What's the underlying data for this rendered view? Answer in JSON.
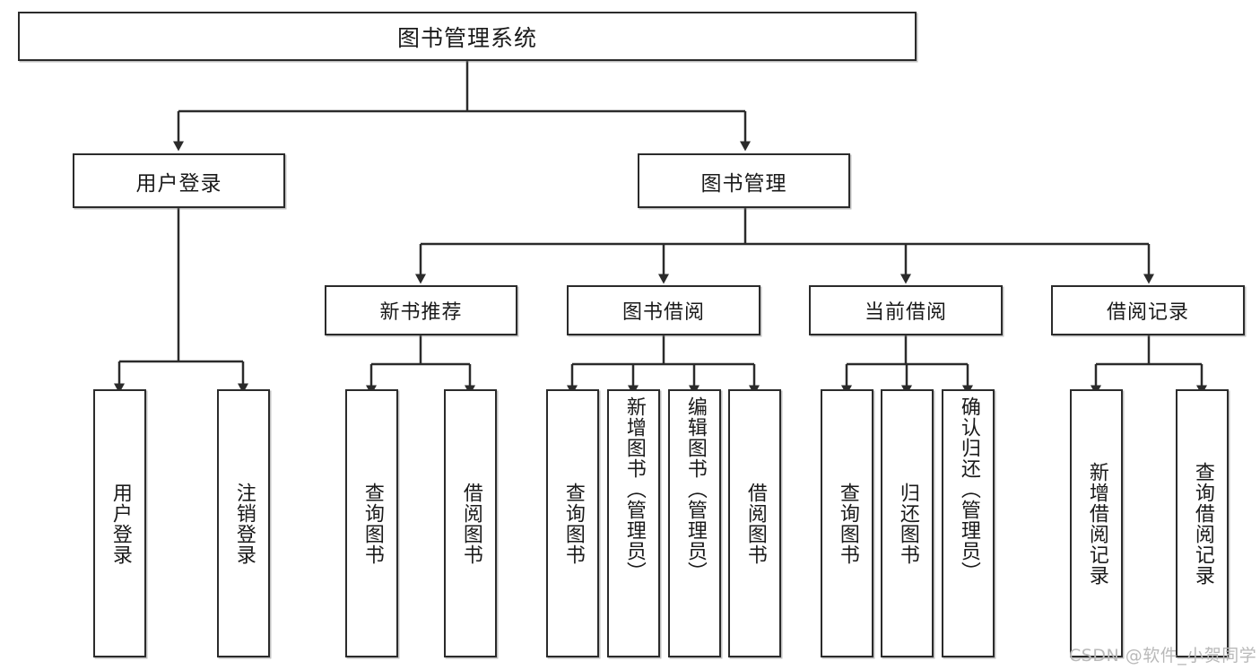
{
  "diagram": {
    "title": "图书管理系统",
    "type": "tree-hierarchy-chart",
    "watermark": "CSDN @软件_小贺同学",
    "colors": {
      "stroke": "#2b2b2b",
      "fill": "#ffffff",
      "text": "#1a1a1a",
      "watermark": "#b9b9b9"
    },
    "root": {
      "label": "图书管理系统"
    },
    "level2": [
      {
        "id": "user-login",
        "label": "用户登录"
      },
      {
        "id": "book-manage",
        "label": "图书管理"
      }
    ],
    "level3": [
      {
        "id": "new-book-recommend",
        "label": "新书推荐"
      },
      {
        "id": "book-borrow",
        "label": "图书借阅"
      },
      {
        "id": "current-borrow",
        "label": "当前借阅"
      },
      {
        "id": "borrow-record",
        "label": "借阅记录"
      }
    ],
    "leaves": {
      "user_login": [
        {
          "id": "leaf-user-login",
          "label": "用户登录"
        },
        {
          "id": "leaf-logout-login",
          "label": "注销登录"
        }
      ],
      "new_book_recommend": [
        {
          "id": "leaf-query-book-1",
          "label": "查询图书"
        },
        {
          "id": "leaf-borrow-book-1",
          "label": "借阅图书"
        }
      ],
      "book_borrow": [
        {
          "id": "leaf-query-book-2",
          "label": "查询图书"
        },
        {
          "id": "leaf-add-book",
          "label": "新增图书（管理员）"
        },
        {
          "id": "leaf-edit-book",
          "label": "编辑图书（管理员）"
        },
        {
          "id": "leaf-borrow-book-2",
          "label": "借阅图书"
        }
      ],
      "current_borrow": [
        {
          "id": "leaf-query-book-3",
          "label": "查询图书"
        },
        {
          "id": "leaf-return-book",
          "label": "归还图书"
        },
        {
          "id": "leaf-confirm-return",
          "label": "确认归还（管理员）"
        }
      ],
      "borrow_record": [
        {
          "id": "leaf-add-record",
          "label": "新增借阅记录"
        },
        {
          "id": "leaf-query-record",
          "label": "查询借阅记录"
        }
      ]
    }
  }
}
